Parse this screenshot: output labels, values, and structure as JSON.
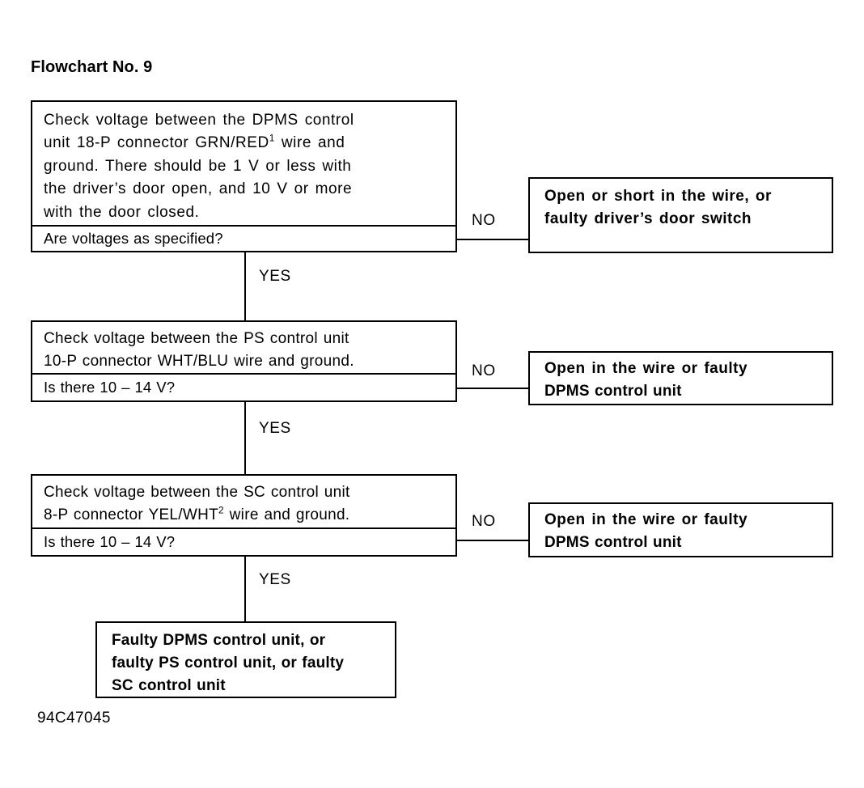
{
  "title": "Flowchart No. 9",
  "footer_code": "94C47045",
  "colors": {
    "ink": "#000000",
    "paper": "#ffffff"
  },
  "branch_labels": {
    "no": "NO",
    "yes": "YES"
  },
  "steps": [
    {
      "id": "step-1",
      "instruction_lines": [
        "Check voltage between the DPMS control",
        "unit 18-P connector GRN/RED¹ wire and",
        "ground. There should be 1 V or less with",
        "the driver’s door open, and 10 V or more",
        "with the door closed."
      ],
      "instruction": "Check voltage between the DPMS control unit 18-P connector GRN/RED¹ wire and ground. There should be 1 V or less with the driver’s door open, and 10 V or more with the door closed.",
      "question": "Are voltages as specified?",
      "no_label": "NO",
      "yes_label": "YES",
      "no_result_lines": [
        "Open or short in the wire, or",
        "faulty driver’s door switch"
      ],
      "no_result": "Open or short in the wire, or faulty driver’s door switch"
    },
    {
      "id": "step-2",
      "instruction_lines": [
        "Check voltage between the PS control unit",
        "10-P connector WHT/BLU wire and ground."
      ],
      "instruction": "Check voltage between the PS control unit 10-P connector WHT/BLU wire and ground.",
      "question": "Is there 10 – 14 V?",
      "no_label": "NO",
      "yes_label": "YES",
      "no_result_lines": [
        "Open in the wire or faulty",
        "DPMS control unit"
      ],
      "no_result": "Open in the wire or faulty DPMS control unit"
    },
    {
      "id": "step-3",
      "instruction_lines": [
        "Check voltage between the SC control unit",
        "8-P connector YEL/WHT² wire and ground."
      ],
      "instruction": "Check voltage between the SC control unit 8-P connector YEL/WHT² wire and ground.",
      "question": "Is there 10 – 14 V?",
      "no_label": "NO",
      "yes_label": "YES",
      "no_result_lines": [
        "Open in the wire or faulty",
        "DPMS control unit"
      ],
      "no_result": "Open in the wire or faulty DPMS control unit"
    }
  ],
  "final_outcome": {
    "id": "final-outcome",
    "lines": [
      "Faulty DPMS control unit, or",
      "faulty PS control unit, or faulty",
      "SC control unit"
    ],
    "text": "Faulty DPMS control unit, or faulty PS control unit, or faulty SC control unit"
  }
}
